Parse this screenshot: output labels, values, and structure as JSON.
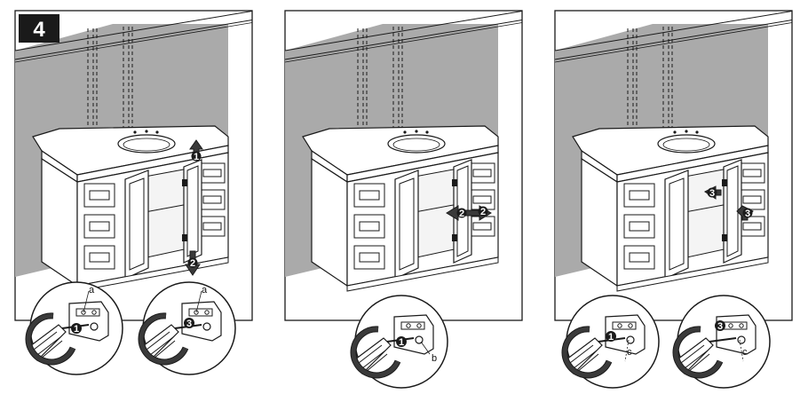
{
  "step_number": "4",
  "callout_labels": {
    "panel1_a1": "a",
    "panel1_a2": "a",
    "panel2_b": "b",
    "panel3_c1": "c",
    "panel3_c2": "c"
  },
  "arrow_numbers": {
    "p1_up": "1",
    "p1_down": "2",
    "p1_screw1": "1",
    "p1_screw2": "3",
    "p2_left": "2",
    "p2_right": "2",
    "p2_screw": "1",
    "p3_left": "3",
    "p3_right": "3",
    "p3_screw1": "1",
    "p3_screw2": "3"
  },
  "colors": {
    "wall": "#aaaaaa",
    "line": "#1a1a1a",
    "badge": "#1a1a1a",
    "arrow_fill": "#3a3a3a"
  }
}
